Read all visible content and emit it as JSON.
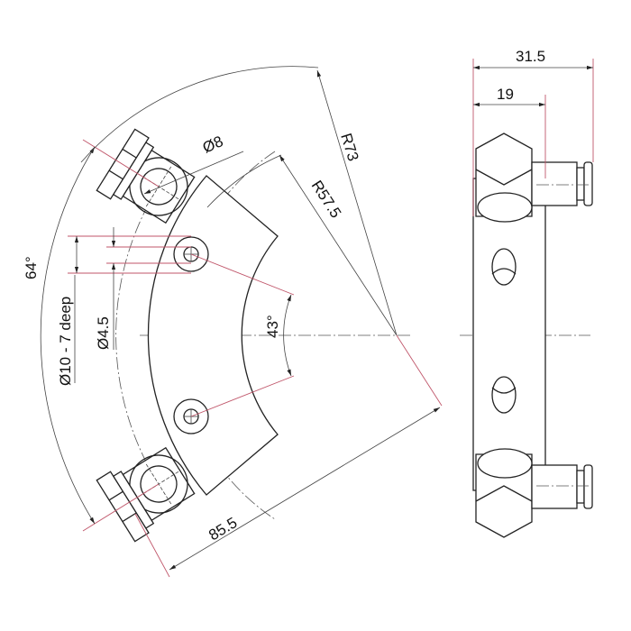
{
  "labels": {
    "dia8": "Ø8",
    "r73": "R73",
    "r57_5": "R57.5",
    "angle64": "64°",
    "counterbore": "Ø10 - 7 deep",
    "dia4_5": "Ø4.5",
    "angle43": "43°",
    "width85_5": "85.5",
    "depth31_5": "31.5",
    "depth19": "19"
  },
  "colors": {
    "line": "#222222",
    "dimension": "#c0566a"
  }
}
